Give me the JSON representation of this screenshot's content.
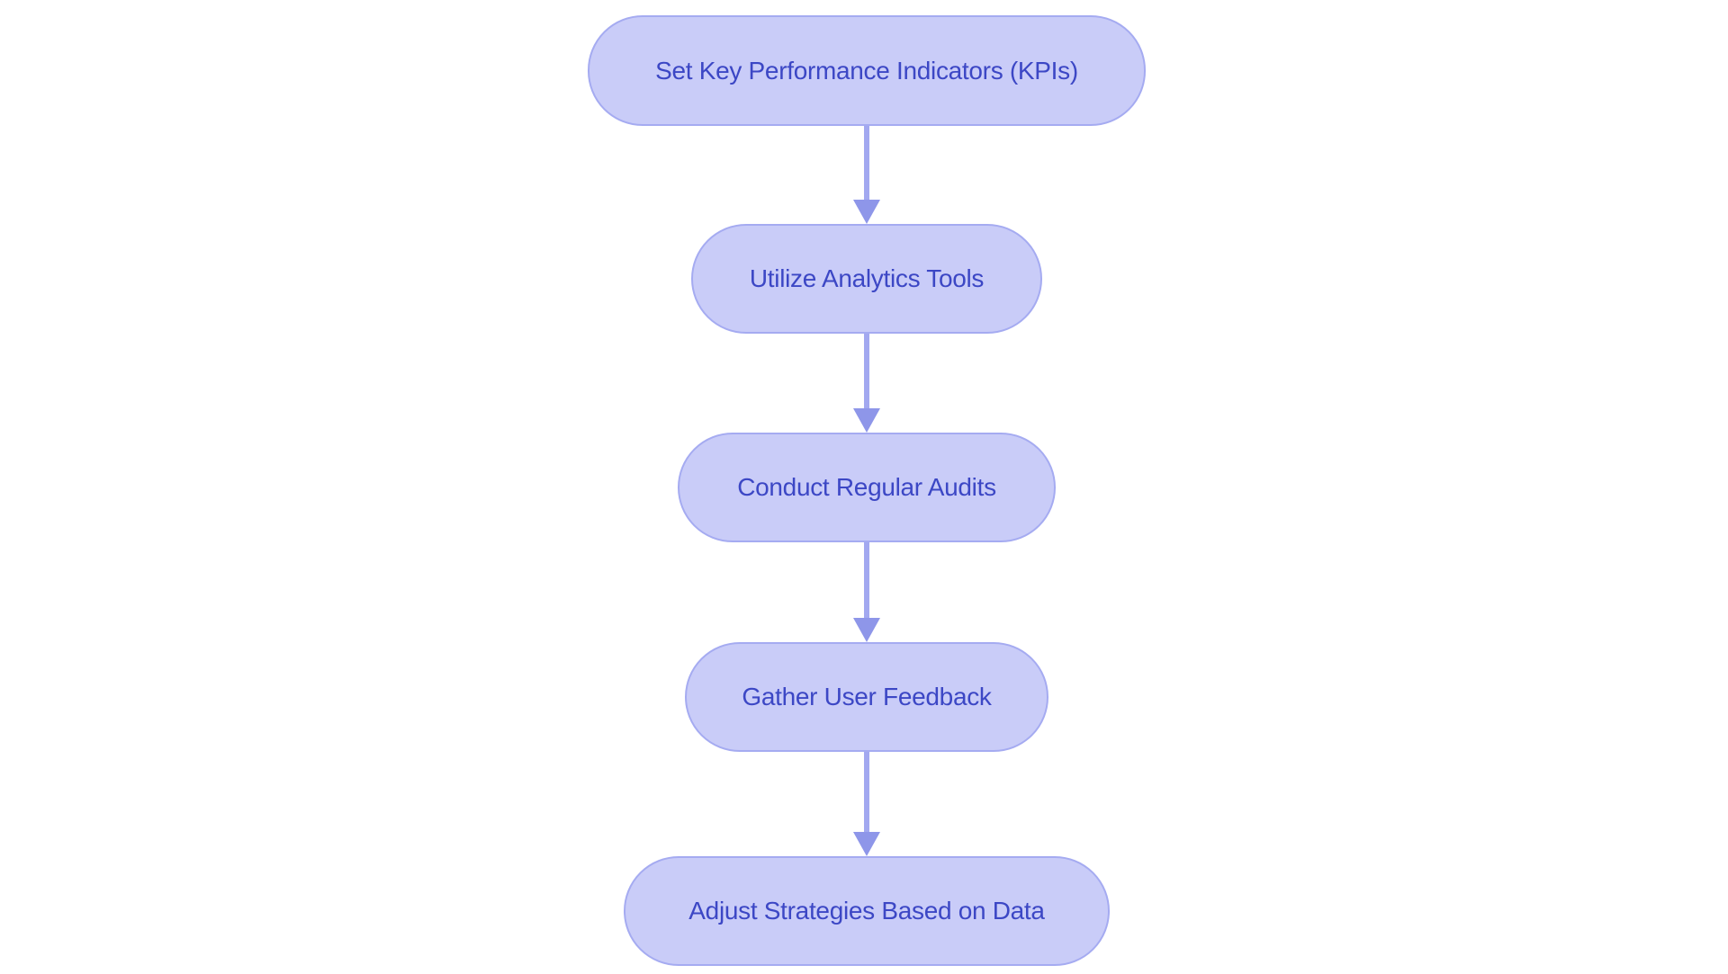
{
  "diagram": {
    "type": "flowchart",
    "direction": "top-down",
    "nodes": [
      {
        "id": "n1",
        "label": "Set Key Performance Indicators (KPIs)"
      },
      {
        "id": "n2",
        "label": "Utilize Analytics Tools"
      },
      {
        "id": "n3",
        "label": "Conduct Regular Audits"
      },
      {
        "id": "n4",
        "label": "Gather User Feedback"
      },
      {
        "id": "n5",
        "label": "Adjust Strategies Based on Data"
      }
    ],
    "edges": [
      {
        "from": "n1",
        "to": "n2"
      },
      {
        "from": "n2",
        "to": "n3"
      },
      {
        "from": "n3",
        "to": "n4"
      },
      {
        "from": "n4",
        "to": "n5"
      }
    ],
    "colors": {
      "background": "#ffffff",
      "node_fill": "#c9ccf8",
      "node_border": "#a5abf1",
      "node_text": "#3c47c5",
      "arrow_line": "#a2a8f0",
      "arrow_head": "#8e96e9"
    }
  }
}
